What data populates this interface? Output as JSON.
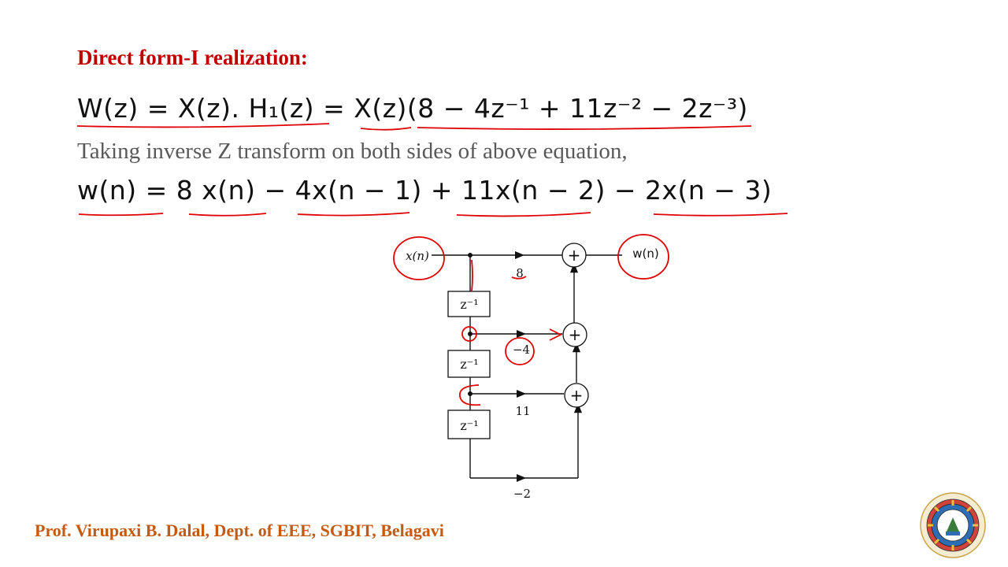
{
  "heading": "Direct form-I realization:",
  "equation_1": "W(z) = X(z). H₁(z) = X(z)(8 − 4z⁻¹ + 11z⁻² − 2z⁻³)",
  "note": "Taking inverse Z transform on both sides of above equation,",
  "equation_2": "w(n) = 8 x(n) − 4x(n − 1) + 11x(n − 2) − 2x(n − 3)",
  "diagram": {
    "input": "x(n)",
    "output": "w(n)",
    "delay": "z⁻¹",
    "coefficients": [
      "8",
      "−4",
      "11",
      "−2"
    ],
    "adder_symbol": "+"
  },
  "footer": "Prof. Virupaxi B. Dalal, Dept. of EEE, SGBIT, Belagavi",
  "colors": {
    "heading": "#c00000",
    "footer": "#c55a11",
    "annotation": "#e00000",
    "note": "#595959"
  }
}
